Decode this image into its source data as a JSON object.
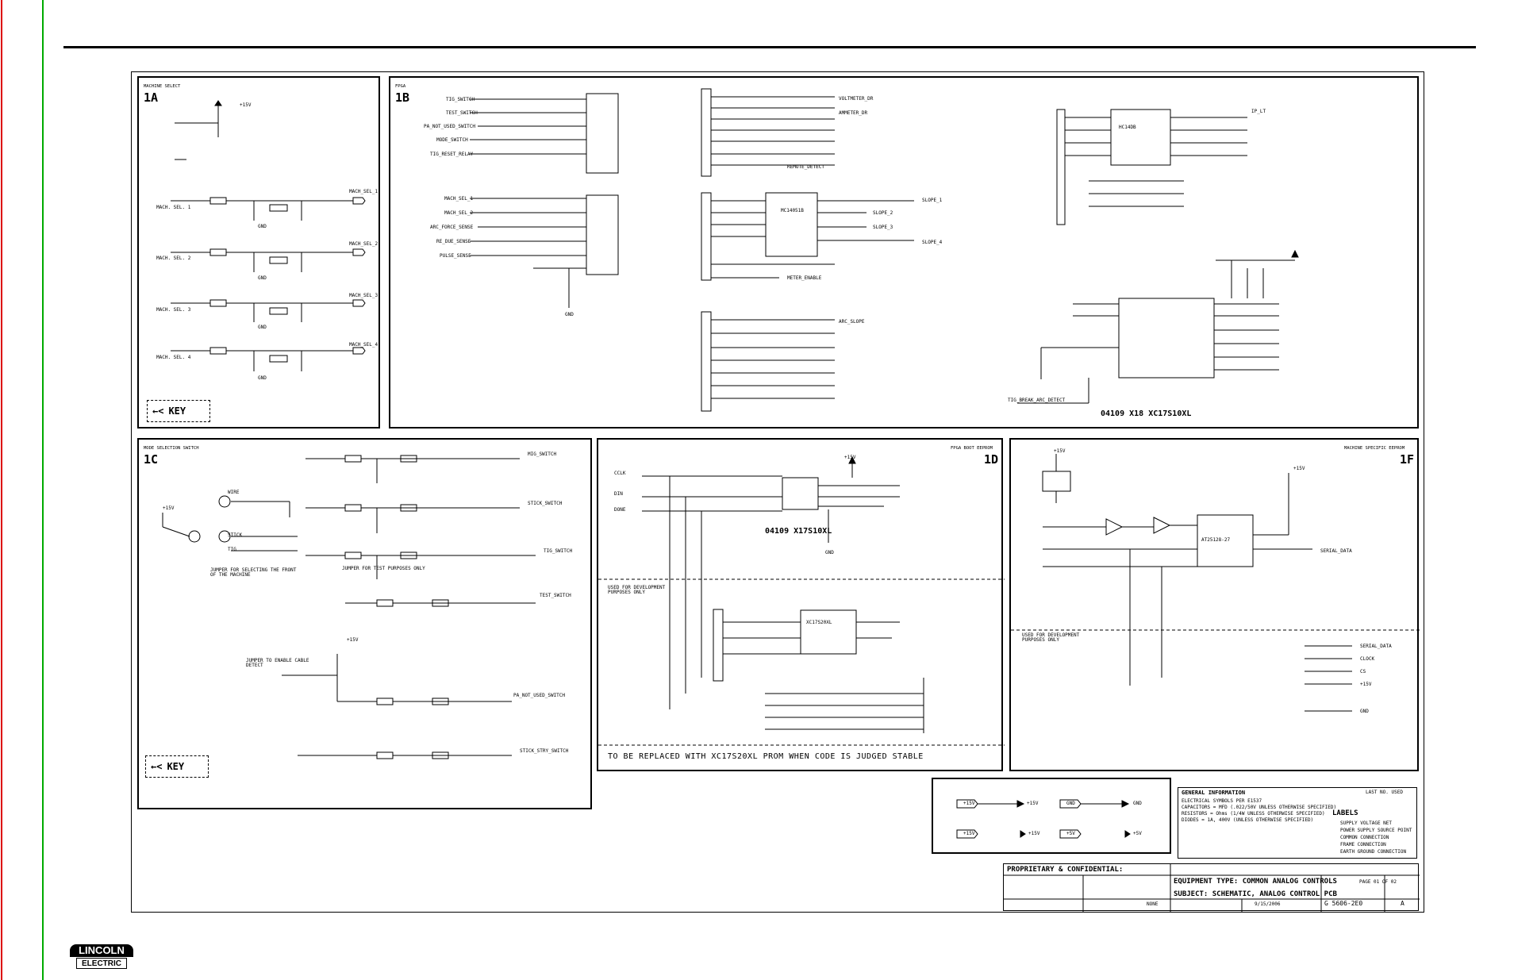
{
  "sheets": {
    "s1a": {
      "label": "1A",
      "caption": "MACHINE SELECT"
    },
    "s1b": {
      "label": "1B",
      "caption": "FPGA"
    },
    "s1c": {
      "label": "1C",
      "caption": "MODE SELECTION SWITCH"
    },
    "s1d": {
      "label": "1D",
      "caption": "FPGA BOOT EEPROM"
    },
    "s1f": {
      "label": "1F",
      "caption": "MACHINE SPECIFIC EEPROM"
    }
  },
  "key_label": "KEY",
  "labels_1a": {
    "v15": "+15V",
    "machsel1": "MACH. SEL. 1",
    "machsel2": "MACH. SEL. 2",
    "machsel3": "MACH. SEL. 3",
    "machsel4": "MACH. SEL. 4",
    "out1": "MACH_SEL_1",
    "out2": "MACH_SEL_2",
    "out3": "MACH_SEL_3",
    "out4": "MACH_SEL_4",
    "gnd": "GND"
  },
  "labels_1b": {
    "tig_switch": "TIG_SWITCH",
    "test_switch": "TEST_SWITCH",
    "pa_not_used": "PA_NOT_USED_SWITCH",
    "mode_switch": "MODE_SWITCH",
    "tig_reset": "TIG_RESET_RELAY",
    "machsel1": "MACH_SEL_1",
    "machsel2": "MACH_SEL_2",
    "arc_force": "ARC_FORCE_SENSE",
    "re_sense": "RE_DUE_SENSE",
    "pulse_sense": "PULSE_SENSE",
    "x18": "X18",
    "gnd": "GND",
    "voltmeter": "VOLTMETER_DR",
    "ammeter": "AMMETER_DR",
    "remote": "REMOTE_DETECT",
    "slope1": "SLOPE_1",
    "slope2": "SLOPE_2",
    "slope3": "SLOPE_3",
    "slope4": "SLOPE_4",
    "meter_enable": "METER_ENABLE",
    "arc_slope": "ARC_SLOPE",
    "ic_part": "MC14051B",
    "eeprom_chip": "04109    X18    XC17S10XL",
    "tig_break": "TIG_BREAK_ARC_DETECT",
    "hex": "HC14DB",
    "ip_lt": "IP_LT"
  },
  "labels_1c": {
    "wire": "WIRE",
    "stick": "STICK",
    "tig": "TIG",
    "jumper_note": "JUMPER FOR TEST PURPOSES ONLY",
    "front_note": "JUMPER FOR SELECTING THE FRONT OF THE MACHINE",
    "cable_note": "JUMPER TO ENABLE CABLE DETECT",
    "mode_sw1": "MIG_SWITCH",
    "mode_sw2": "STICK_SWITCH",
    "tig_sw": "TIG_SWITCH",
    "test_sw": "TEST_SWITCH",
    "pa_sw": "PA_NOT_USED_SWITCH",
    "stick_sw": "STICK_STRY_SWITCH",
    "v15": "+15V"
  },
  "labels_1d": {
    "cclk": "CCLK",
    "din": "DIN",
    "done": "DONE",
    "chip": "04109   X17S10XL",
    "replace_note": "TO BE REPLACED WITH XC17S20XL PROM WHEN CODE IS JUDGED STABLE",
    "dev_note": "USED FOR DEVELOPMENT PURPOSES ONLY",
    "prom": "XC17S20XL",
    "v15": "+15V",
    "gnd": "GND",
    "fpga": "FPGA"
  },
  "labels_1f": {
    "chip": "AT25128-27",
    "dev_note": "USED FOR DEVELOPMENT PURPOSES ONLY",
    "serial": "SERIAL_DATA",
    "clock": "CLOCK",
    "cs": "CS",
    "v15": "+15V",
    "gnd": "GND"
  },
  "legend_box": {
    "a1": "+15V",
    "a2": "+15V",
    "b1": "GND",
    "b2": "GND",
    "c1": "+15V",
    "c2": "+15V",
    "d1": "+5V",
    "d2": "+5V"
  },
  "general_info": {
    "title": "GENERAL INFORMATION",
    "line1": "ELECTRICAL SYMBOLS PER E1537",
    "line2": "CAPACITORS = MFD (.022/50V UNLESS OTHERWISE SPECIFIED)",
    "line3": "RESISTORS = Ohms (1/4W UNLESS OTHERWISE SPECIFIED)",
    "line4": "DIODES = 1A, 400V (UNLESS OTHERWISE SPECIFIED)",
    "labels_title": "LABELS",
    "label1": "SUPPLY VOLTAGE NET",
    "label2": "POWER SUPPLY SOURCE POINT",
    "label3": "COMMON CONNECTION",
    "label4": "FRAME CONNECTION",
    "label5": "EARTH GROUND CONNECTION",
    "last_no": "LAST NO. USED"
  },
  "title_block": {
    "proprietary": "PROPRIETARY & CONFIDENTIAL:",
    "equipment": "EQUIPMENT TYPE: COMMON ANALOG CONTROLS",
    "subject": "SUBJECT: SCHEMATIC, ANALOG CONTROL PCB",
    "page": "PAGE 01 OF 02",
    "document_number": "G 5606-2E0",
    "revision": "A",
    "date": "9/15/2006",
    "scale": "NONE"
  },
  "logo": {
    "line1": "LINCOLN",
    "line2": "ELECTRIC"
  }
}
